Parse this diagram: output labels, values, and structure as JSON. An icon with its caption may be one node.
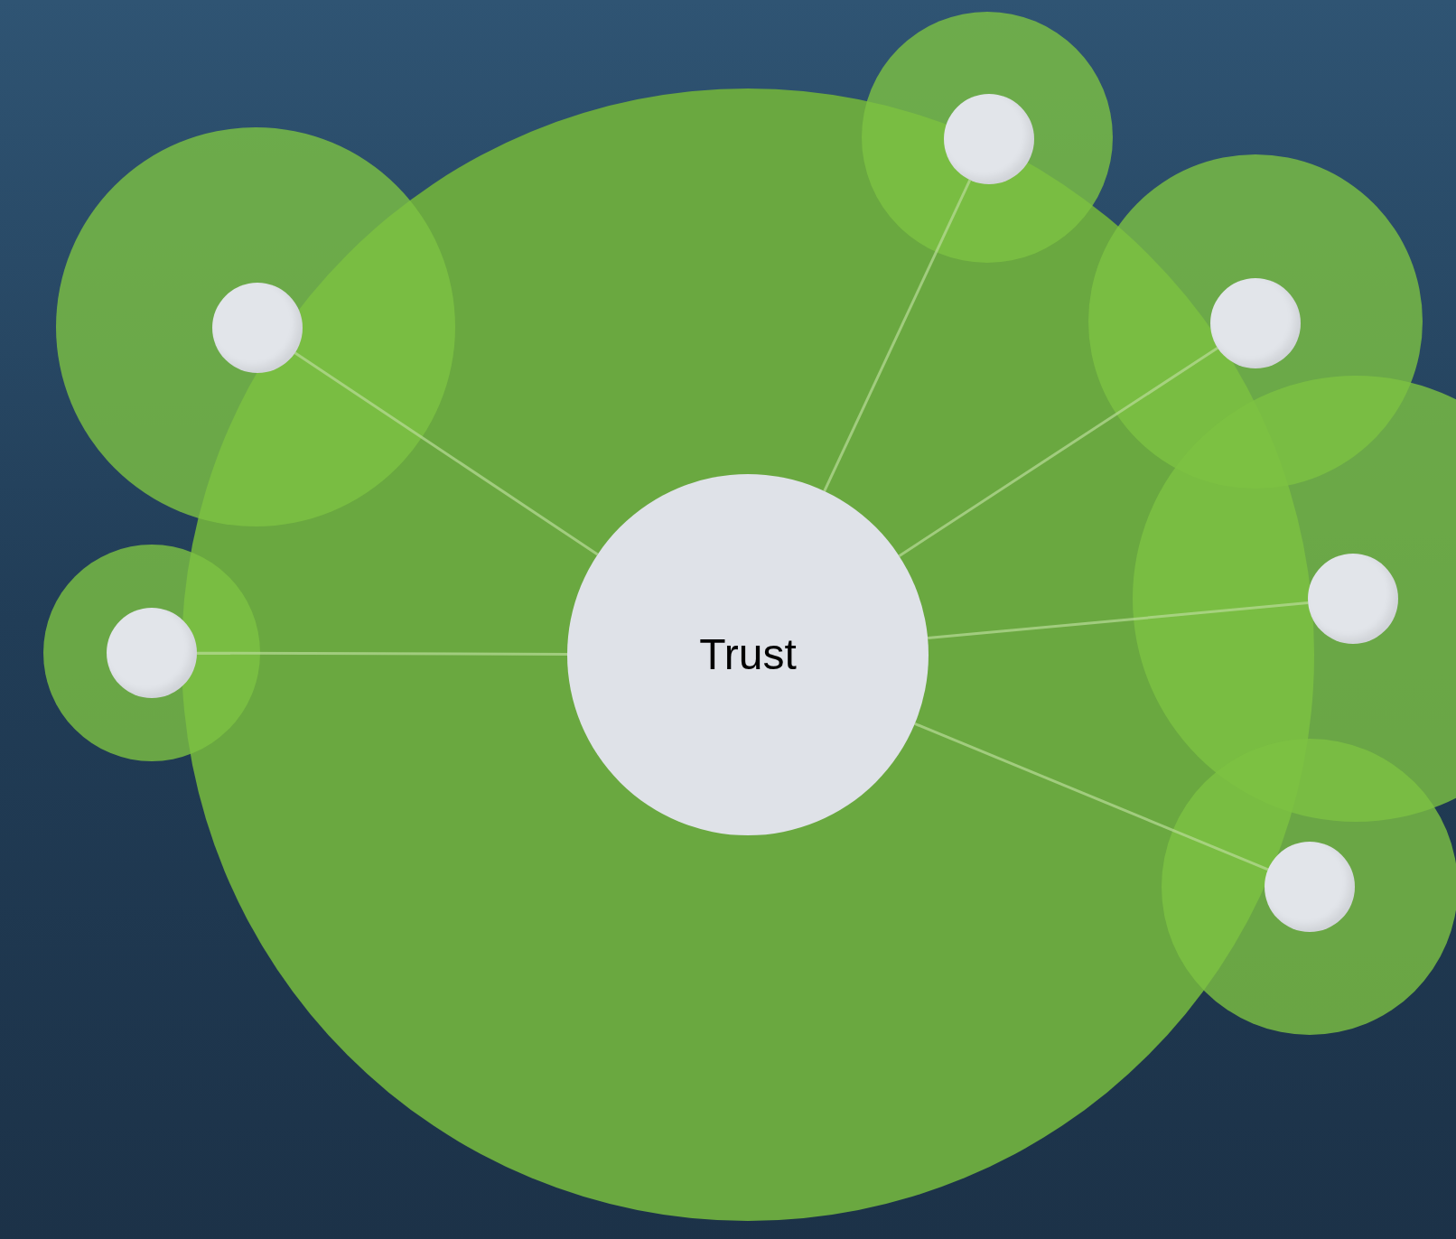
{
  "diagram": {
    "nodes": [
      {
        "text": [
          "Trust"
        ]
      },
      {
        "text": [],
        "shape": "circle"
      },
      {
        "text": [],
        "shape": "circle",
        "in": 1
      },
      {
        "text": [],
        "shape": "circle"
      },
      {
        "text": [],
        "shape": "circle",
        "in": 3
      },
      {
        "text": [],
        "shape": "circle"
      },
      {
        "text": [],
        "shape": "circle",
        "in": 5
      },
      {
        "text": [],
        "shape": "circle"
      },
      {
        "text": [],
        "shape": "circle",
        "in": 7
      },
      {
        "text": [],
        "shape": "circle"
      },
      {
        "text": [],
        "shape": "circle",
        "in": 9
      },
      {
        "text": [],
        "shape": "circle"
      },
      {
        "text": [],
        "shape": "circle",
        "in": 11
      }
    ],
    "edges": [
      {
        "from": 0,
        "to": 2,
        "arrow": "none"
      },
      {
        "from": 0,
        "to": 4,
        "arrow": "none"
      },
      {
        "from": 0,
        "to": 6,
        "arrow": "none"
      },
      {
        "from": 0,
        "to": 8,
        "arrow": "none"
      },
      {
        "from": 0,
        "to": 10,
        "arrow": "none"
      },
      {
        "from": 0,
        "to": 12,
        "arrow": "none"
      }
    ]
  }
}
